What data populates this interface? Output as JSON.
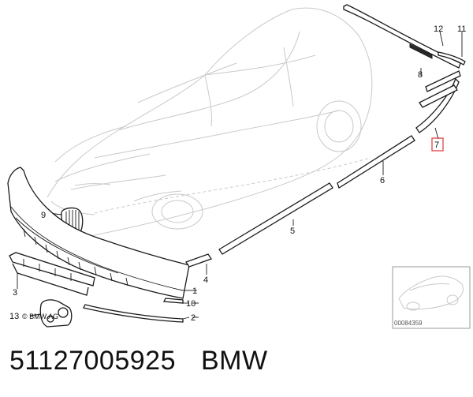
{
  "diagram": {
    "callouts": {
      "c1": "1",
      "c2": "2",
      "c3": "3",
      "c4": "4",
      "c5": "5",
      "c6": "6",
      "c7": "7",
      "c8": "8",
      "c9": "9",
      "c10": "10",
      "c11": "11",
      "c12": "12",
      "c13": "13"
    },
    "highlighted_callout": "7",
    "copyright": "© BMW AG",
    "thumbnail_code": "00084359"
  },
  "footer": {
    "part_number": "51127005925",
    "brand": "BMW"
  },
  "colors": {
    "highlight": "#e0353b",
    "ghost_outline": "#c9c9c9",
    "part_stroke": "#1a1a1a"
  }
}
